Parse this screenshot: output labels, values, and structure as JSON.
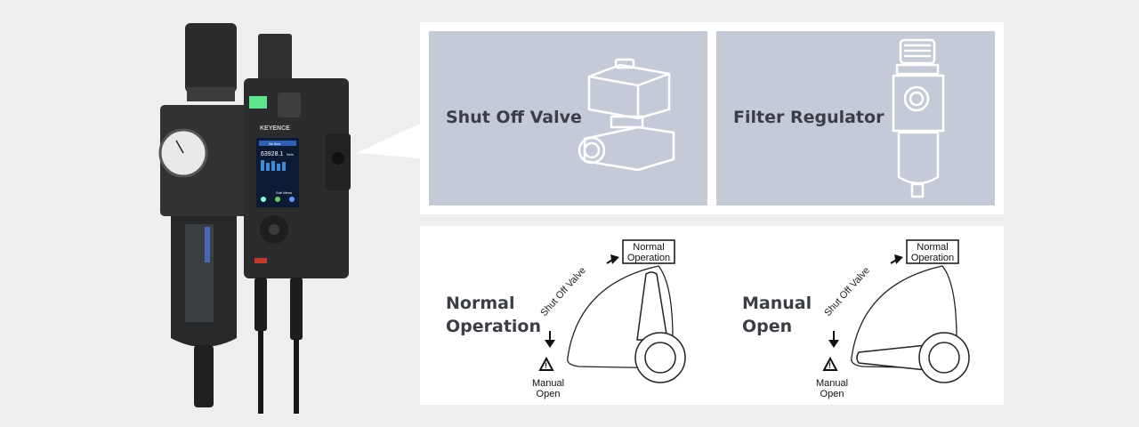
{
  "colors": {
    "background": "#eeeeee",
    "card": "#c4cad7",
    "text": "#3b3f45",
    "device": "#2a2c2e"
  },
  "device": {
    "brand": "KEYENCE",
    "screen_value": "63928.1",
    "screen_unit": "ℓ/min",
    "screen_menu": "Sub Menu",
    "screen_header": "Air flow"
  },
  "cards": {
    "shut_off_valve": {
      "label": "Shut Off Valve"
    },
    "filter_regulator": {
      "label": "Filter Regulator"
    }
  },
  "modes": {
    "normal": {
      "line1": "Normal",
      "line2": "Operation"
    },
    "manual": {
      "line1": "Manual",
      "line2": "Open"
    }
  },
  "diagram": {
    "arc_label": "Shut Off Valve",
    "top_box_line1": "Normal",
    "top_box_line2": "Operation",
    "bottom_line1": "Manual",
    "bottom_line2": "Open",
    "warning_icon": "warning-triangle-icon"
  }
}
